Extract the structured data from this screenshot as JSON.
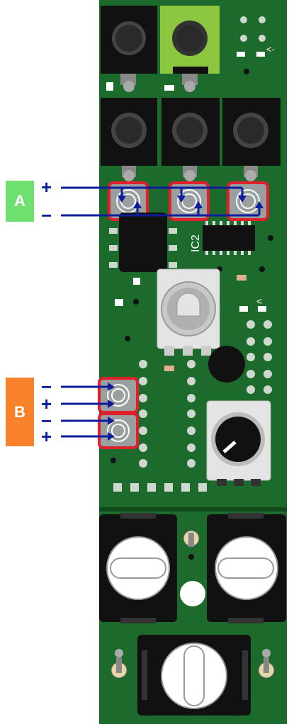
{
  "labels": {
    "a": "A",
    "b": "B",
    "ic": "IC2",
    "plus": "+",
    "minus": "−",
    "arrow": "<-",
    "chevron": "<"
  },
  "colors": {
    "pcb": "#1c6b2c",
    "pcb_dark": "#0f4a1c",
    "label_a": "#6fe06f",
    "label_b": "#f7822a",
    "arrow": "#0d1c9c",
    "highlight": "#e0202a",
    "jack_green": "#8dc63f"
  }
}
